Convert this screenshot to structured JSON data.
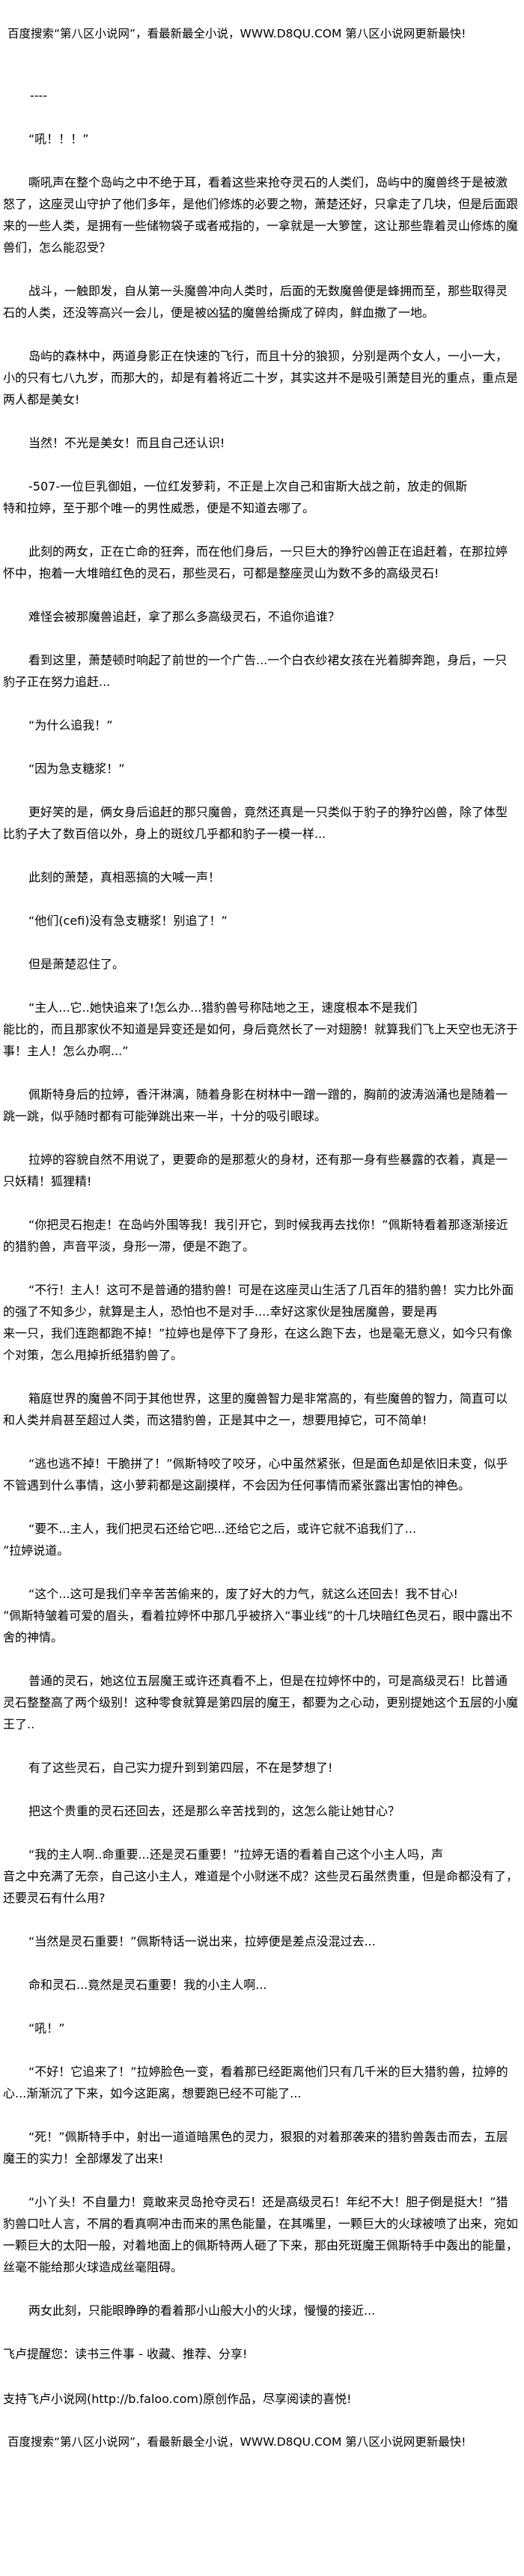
{
  "header": {
    "banner": "百度搜索“第八区小说网”，看最新最全小说，WWW.D8QU.COM  第八区小说网更新最快!"
  },
  "divider": "----",
  "paragraphs": [
    "“吼！！！”",
    "嘶吼声在整个岛屿之中不绝于耳，看着这些来抢夺灵石的人类们，岛屿中的魔兽终于是被激怒了，这座灵山守护了他们多年，是他们修炼的必要之物，萧楚还好，只拿走了几块，但是后面跟来的一些人类，是拥有一些储物袋子或者戒指的，一拿就是一大箩筐，这让那些靠着灵山修炼的魔兽们，怎么能忍受？",
    "战斗，一触即发，自从第一头魔兽冲向人类时，后面的无数魔兽便是蜂拥而至，那些取得灵石的人类，还没等高兴一会儿，便是被凶猛的魔兽给撕成了碎肉，鲜血撒了一地。",
    "岛屿的森林中，两道身影正在快速的飞行，而且十分的狼狈，分别是两个女人，一小一大，小的只有七八九岁，而那大的，却是有着将近二十岁，其实这并不是吸引萧楚目光的重点，重点是两人都是美女!",
    "当然！不光是美女！而且自己还认识!",
    "-507-一位巨乳御姐，一位红发萝莉，不正是上次自己和宙斯大战之前，放走的佩斯\n特和拉婷，至于那个唯一的男性威悉，便是不知道去哪了。",
    "此刻的两女，正在亡命的狂奔，而在他们身后，一只巨大的狰狞凶兽正在追赶着，在那拉婷怀中，抱着一大堆暗红色的灵石，那些灵石，可都是整座灵山为数不多的高级灵石!",
    "难怪会被那魔兽追赶，拿了那么多高级灵石，不追你追谁？",
    "看到这里，萧楚顿时响起了前世的一个广告...一个白衣纱裙女孩在光着脚奔跑，身后，一只豹子正在努力追赶...",
    "“为什么追我！”",
    "“因为急支糖浆！”",
    "更好笑的是，俩女身后追赶的那只魔兽，竟然还真是一只类似于豹子的狰狞凶兽，除了体型比豹子大了数百倍以外，身上的斑纹几乎都和豹子一模一样...",
    "此刻的萧楚，真相恶搞的大喊一声！",
    "“他们(cefi)没有急支糖浆！别追了！”",
    "但是萧楚忍住了。",
    "“主人...它..她快追来了!怎么办...猎豹兽号称陆地之王，速度根本不是我们\n能比的，而且那家伙不知道是异变还是如何，身后竟然长了一对翅膀！就算我们飞上天空也无济于事！主人！怎么办啊...”",
    "佩斯特身后的拉婷，香汗淋漓，随着身影在树林中一蹭一蹭的，胸前的波涛汹涌也是随着一跳一跳，似乎随时都有可能弹跳出来一半，十分的吸引眼球。",
    "拉婷的容貌自然不用说了，更要命的是那惹火的身材，还有那一身有些暴露的衣着，真是一只妖精！狐狸精!",
    "“你把灵石抱走！在岛屿外围等我！我引开它，到时候我再去找你！”佩斯特看着那逐渐接近的猎豹兽，声音平淡，身形一滞，便是不跑了。",
    "“不行！主人！这可不是普通的猎豹兽！可是在这座灵山生活了几百年的猎豹兽！实力比外面的强了不知多少，就算是主人，恐怕也不是对手....幸好这家伙是独居魔兽，要是再\n来一只，我们连跑都跑不掉！”拉婷也是停下了身形，在这么跑下去，也是毫无意义，如今只有像个对策，怎么甩掉折纸猎豹兽了。",
    "箱庭世界的魔兽不同于其他世界，这里的魔兽智力是非常高的，有些魔兽的智力，简直可以和人类并肩甚至超过人类，而这猎豹兽，正是其中之一，想要甩掉它，可不简单!",
    "“逃也逃不掉！干脆拼了！”佩斯特咬了咬牙，心中虽然紧张，但是面色却是依旧未变，似乎不管遇到什么事情，这小萝莉都是这副摸样，不会因为任何事情而紧张露出害怕的神色。",
    "“要不...主人，我们把灵石还给它吧...还给它之后，或许它就不追我们了...\n”拉婷说道。",
    "“这个...这可是我们辛辛苦苦偷来的，废了好大的力气，就这么还回去！我不甘心!\n”佩斯特皱着可爱的眉头，看着拉婷怀中那几乎被挤入“事业线”的十几块暗红色灵石，眼中露出不舍的神情。",
    "普通的灵石，她这位五层魔王或许还真看不上，但是在拉婷怀中的，可是高级灵石！比普通灵石整整高了两个级别！这种零食就算是第四层的魔王，都要为之心动，更别提她这个五层的小魔王了..",
    "有了这些灵石，自己实力提升到到第四层，不在是梦想了!",
    "把这个贵重的灵石还回去，还是那么辛苦找到的，这怎么能让她甘心？",
    "“我的主人啊..命重要...还是灵石重要！”拉婷无语的看着自己这个小主人吗，声\n音之中充满了无奈，自己这小主人，难道是个小财迷不成？这些灵石虽然贵重，但是命都没有了，还要灵石有什么用?",
    "“当然是灵石重要！”佩斯特话一说出来，拉婷便是差点没混过去...",
    "命和灵石...竟然是灵石重要！我的小主人啊...",
    "“吼！”",
    "“不好！它追来了！”拉婷脸色一变，看着那已经距离他们只有几千米的巨大猎豹兽，拉婷的心...渐渐沉了下来，如今这距离，想要跑已经不可能了...",
    "“死！”佩斯特手中，射出一道道暗黑色的灵力，狠狠的对着那袭来的猎豹兽轰击而去，五层魔王的实力！全部爆发了出来!",
    "“小丫头！不自量力！竟敢来灵岛抢夺灵石！还是高级灵石！年纪不大！胆子倒是挺大！”猎豹兽口吐人言，不屑的看真啊冲击而来的黑色能量，在其嘴里，一颗巨大的火球被喷了出来，宛如一颗巨大的太阳一般，对着地面上的佩斯特两人砸了下来，那由死斑魔王佩斯特手中轰出的能量，丝毫不能给那火球造成丝毫阻碍。",
    "两女此刻，只能眼睁睁的看着那小山般大小的火球，慢慢的接近..."
  ],
  "footer": {
    "note": "飞卢提醒您：读书三件事 - 收藏、推荐、分享!",
    "support": "支持飞卢小说网(http://b.faloo.com)原创作品，尽享阅读的喜悦!",
    "banner": "百度搜索“第八区小说网”，看最新最全小说，WWW.D8QU.COM  第八区小说网更新最快!"
  }
}
